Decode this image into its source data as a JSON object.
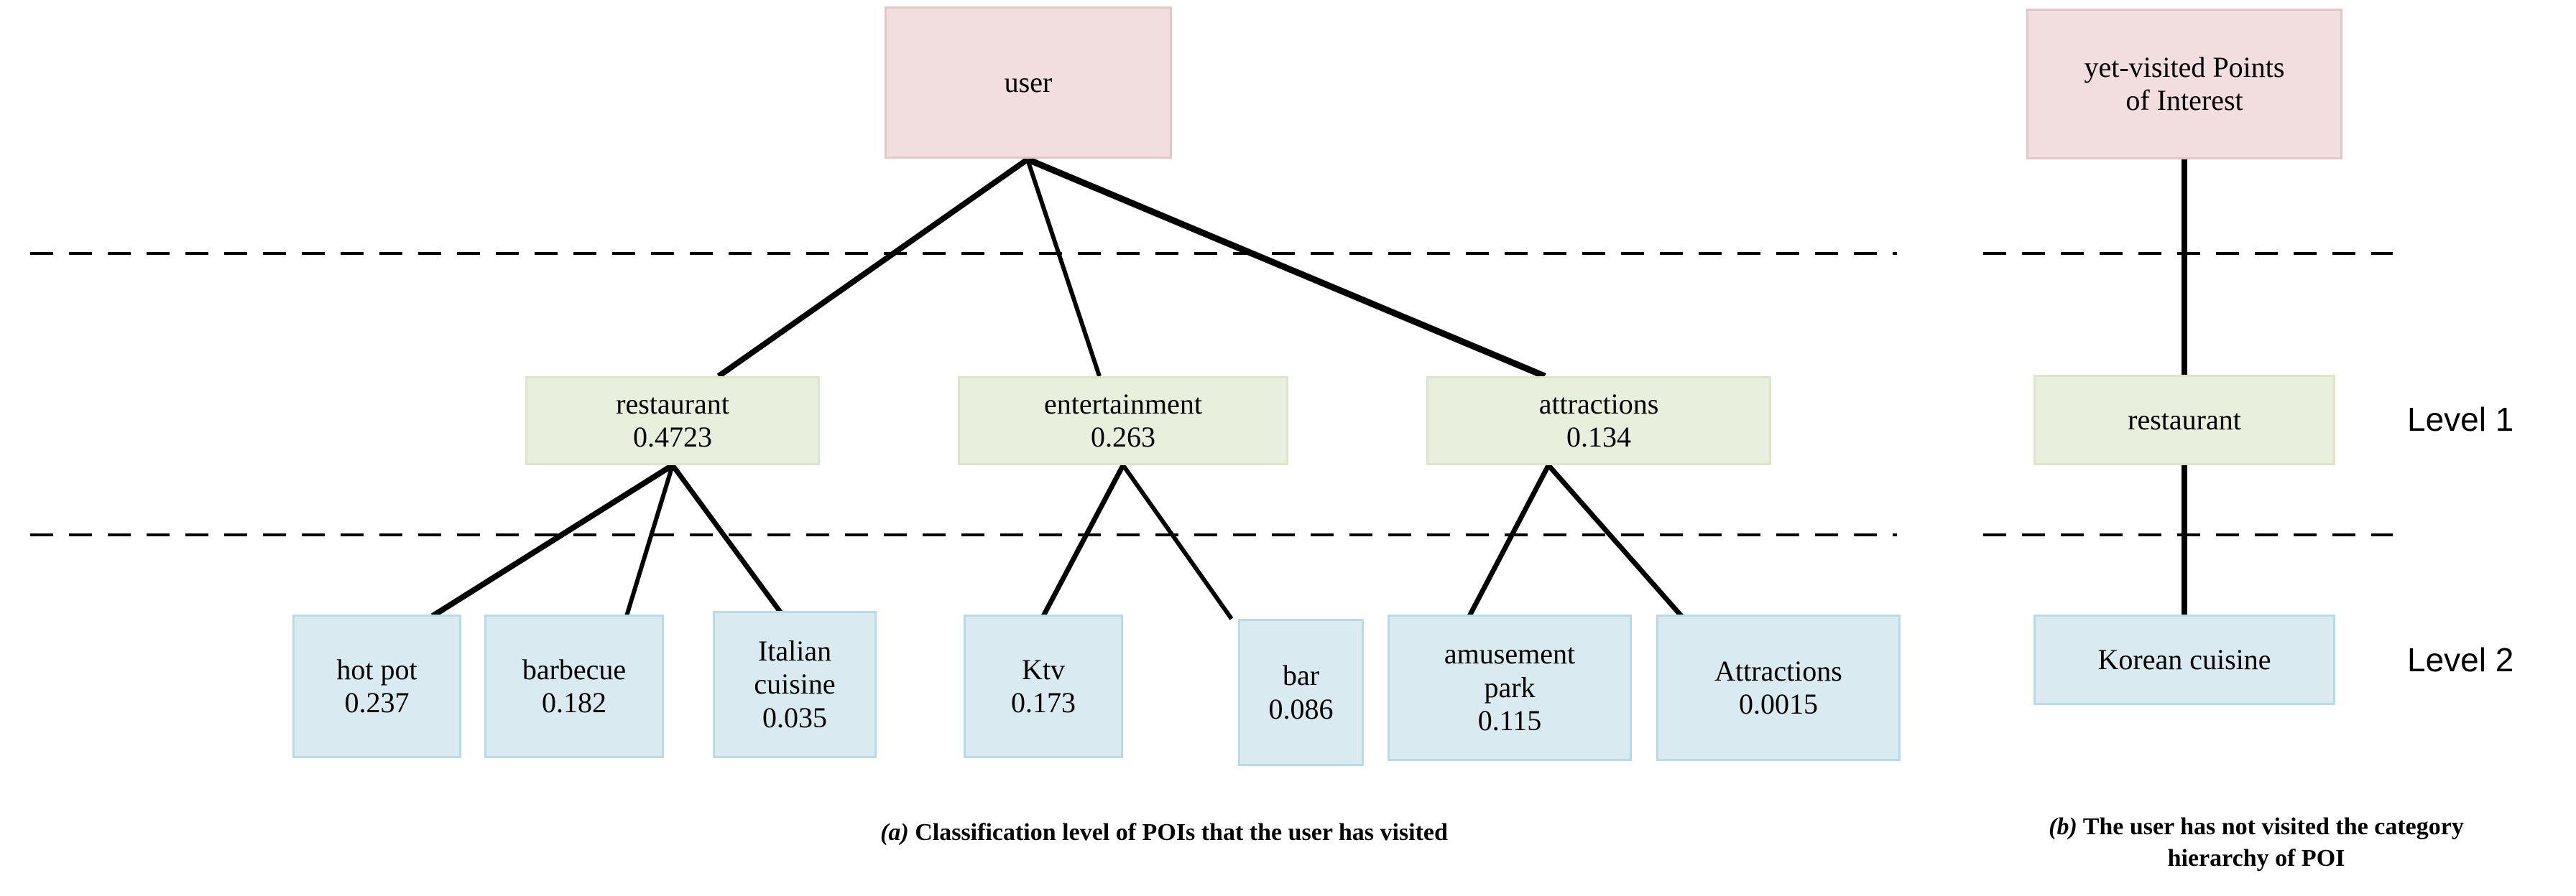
{
  "figure": {
    "panel_a": {
      "caption_tag": "(a)",
      "caption_text": " Classification level of POIs that the user has visited",
      "root": {
        "label": "user"
      },
      "level1": [
        {
          "label": "restaurant",
          "score": "0.4723"
        },
        {
          "label": "entertainment",
          "score": "0.263"
        },
        {
          "label": "attractions",
          "score": "0.134"
        }
      ],
      "level2": [
        {
          "line1": "hot pot",
          "line2": "",
          "score": "0.237",
          "parent": "restaurant"
        },
        {
          "line1": "barbecue",
          "line2": "",
          "score": "0.182",
          "parent": "restaurant"
        },
        {
          "line1": "Italian",
          "line2": "cuisine",
          "score": "0.035",
          "parent": "restaurant"
        },
        {
          "line1": "Ktv",
          "line2": "",
          "score": "0.173",
          "parent": "entertainment"
        },
        {
          "line1": "bar",
          "line2": "",
          "score": "0.086",
          "parent": "entertainment"
        },
        {
          "line1": "amusement",
          "line2": "park",
          "score": "0.115",
          "parent": "attractions"
        },
        {
          "line1": "Attractions",
          "line2": "",
          "score": "0.0015",
          "parent": "attractions"
        }
      ]
    },
    "panel_b": {
      "caption_tag": "(b)",
      "caption_line1": " The user has not visited the category",
      "caption_line2": "hierarchy of POI",
      "root_line1": "yet-visited Points",
      "root_line2": "of Interest",
      "level1": {
        "label": "restaurant"
      },
      "level2": {
        "label": "Korean cuisine"
      }
    },
    "level_labels": {
      "level1": "Level 1",
      "level2": "Level 2"
    },
    "colors": {
      "root_fill": "#f2dede",
      "root_stroke": "#e3c6c6",
      "level1_fill": "#e9efdd",
      "level1_stroke": "#dde4c9",
      "level2_fill": "#daeaf1",
      "level2_stroke": "#b9dbe7",
      "edge": "#000000",
      "divider": "#000000",
      "background": "#ffffff"
    }
  }
}
